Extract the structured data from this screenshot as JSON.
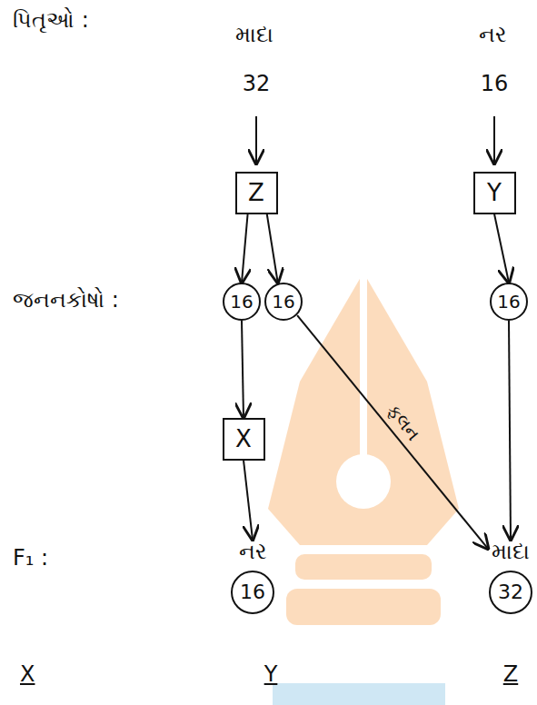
{
  "diagram": {
    "nodes": [
      {
        "text": [
          "Z"
        ]
      },
      {
        "text": [
          "Y"
        ]
      },
      {
        "text": [
          "16"
        ]
      },
      {
        "text": [
          "16"
        ]
      },
      {
        "text": [
          "16"
        ]
      },
      {
        "text": [
          "X"
        ]
      },
      {
        "text": [
          "નર",
          "16"
        ]
      },
      {
        "text": [
          "માદા",
          "32"
        ]
      }
    ],
    "edges": [
      {
        "from": 0,
        "to": 2,
        "arrow": "to"
      },
      {
        "from": 0,
        "to": 3,
        "arrow": "to"
      },
      {
        "from": 1,
        "to": 4,
        "arrow": "to"
      },
      {
        "from": 2,
        "to": 5,
        "arrow": "to"
      },
      {
        "from": 5,
        "to": 6,
        "arrow": "to"
      },
      {
        "from": 3,
        "to": 7,
        "label": "ફલન",
        "arrow": "to"
      },
      {
        "from": 4,
        "to": 7,
        "arrow": "to"
      }
    ],
    "labels": [
      "પિતૃઓ :",
      "માદા",
      "નર",
      "32",
      "16",
      "જનનકોષો :",
      "F₁ :",
      "X",
      "Y",
      "Z"
    ]
  }
}
